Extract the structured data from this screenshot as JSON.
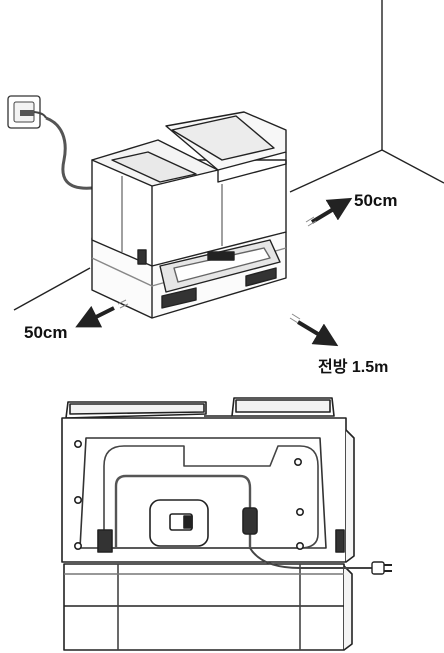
{
  "labels": {
    "right_clearance": "50cm",
    "left_clearance": "50cm",
    "front_clearance": "전방 1.5m"
  }
}
